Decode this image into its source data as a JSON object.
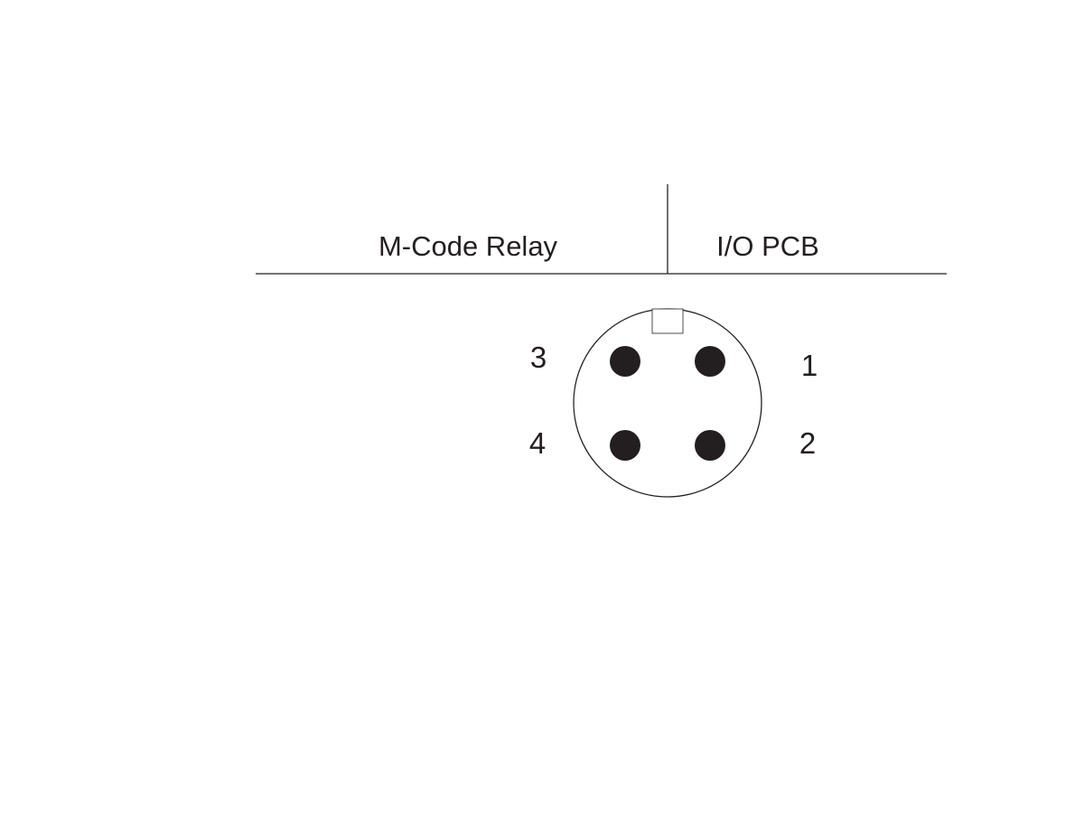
{
  "header": {
    "left_label": "M-Code Relay",
    "right_label": "I/O PCB"
  },
  "connector": {
    "pins": [
      {
        "number": "1",
        "position": "top-right"
      },
      {
        "number": "2",
        "position": "bottom-right"
      },
      {
        "number": "3",
        "position": "top-left"
      },
      {
        "number": "4",
        "position": "bottom-left"
      }
    ]
  },
  "colors": {
    "line": "#231f20",
    "pin_fill": "#231f20",
    "background": "#ffffff"
  }
}
